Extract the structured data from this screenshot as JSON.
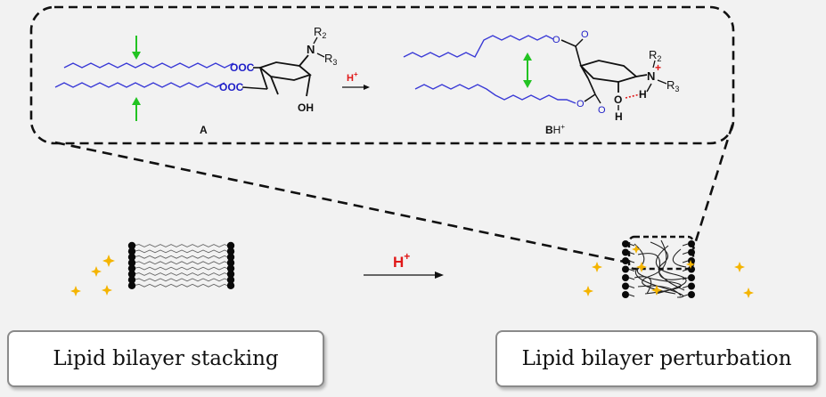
{
  "colors": {
    "chain": "#3a3ad6",
    "ester": "#1f1fc8",
    "arrow_green": "#22c322",
    "proton_red": "#e01818",
    "hbond_red": "#e01818",
    "sparkle": "#f4b400",
    "label_border": "#8a8a8a"
  },
  "molecule_a": {
    "label": "A",
    "ester1": "OOC",
    "ester2": "OOC",
    "amine_n": "N",
    "r2": "R",
    "r2_sub": "2",
    "r3": "R",
    "r3_sub": "3",
    "hydroxyl": "OH"
  },
  "reaction_top": {
    "proton": "H",
    "charge": "+"
  },
  "molecule_bh": {
    "label": "B",
    "label_suffix": "H",
    "label_charge": "+",
    "amine_n": "N",
    "amine_charge": "+",
    "r2": "R",
    "r2_sub": "2",
    "r3": "R",
    "r3_sub": "3",
    "oxygen": "O",
    "hydrogen": "H",
    "hbond_h": "H"
  },
  "reaction_bottom": {
    "proton": "H",
    "charge": "+"
  },
  "labels": {
    "left": "Lipid bilayer stacking",
    "right": "Lipid bilayer perturbation"
  },
  "icons": [
    "sparkle-icon",
    "reaction-arrow-icon",
    "lipid-head-icon"
  ]
}
